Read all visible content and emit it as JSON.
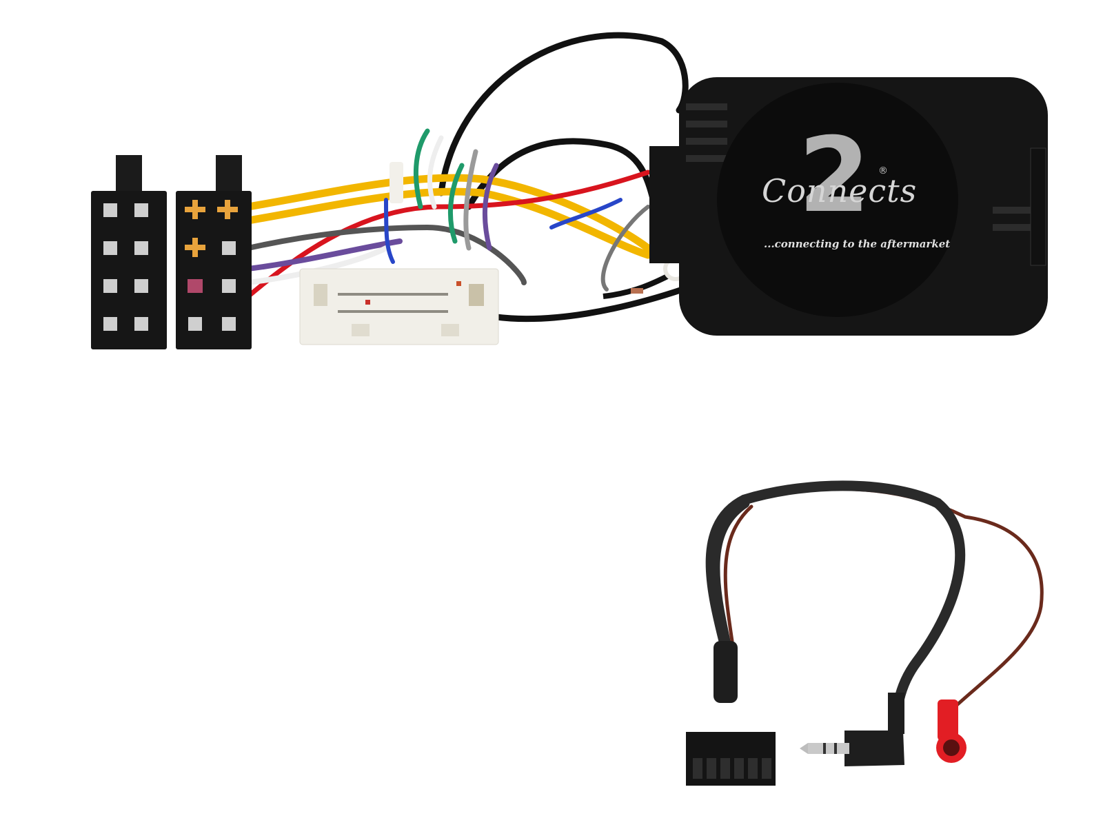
{
  "image": {
    "subject": "Steering wheel control interface harness kit",
    "background_color": "#ffffff"
  },
  "module": {
    "brand": "Connects",
    "brand_numeral": "2",
    "registered_mark": "®",
    "tagline": "...connecting to the aftermarket",
    "body_color": "#141414",
    "logo_color": "#d0d0d0"
  },
  "components": {
    "iso_connector": "Black dual ISO connector",
    "vehicle_connector": "White multi-pin vehicle connector",
    "interface_box": "Black interface module",
    "patch_lead": "Patch lead with 12-pin connector, 3.5mm jack and red antenna plug"
  },
  "colors": {
    "wire_yellow": "#f2b600",
    "wire_red": "#d8141e",
    "wire_blue": "#2846c8",
    "wire_green": "#1f9a6a",
    "wire_purple": "#6a4c9c",
    "wire_grey": "#9a9a9a",
    "wire_black": "#111111",
    "wire_brown": "#6a2a1c",
    "plug_red": "#e21e24"
  }
}
